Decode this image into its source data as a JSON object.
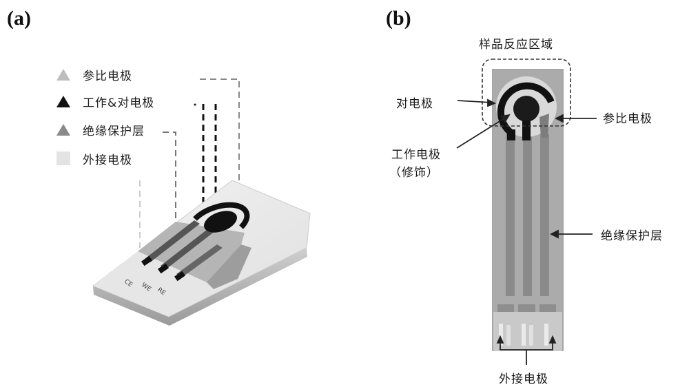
{
  "figure": {
    "panel_a": {
      "label": "(a)",
      "legend": [
        {
          "label": "参比电极",
          "shape": "triangle",
          "color": "#bdbdbd"
        },
        {
          "label": "工作&对电极",
          "shape": "triangle",
          "color": "#111111"
        },
        {
          "label": "绝缘保护层",
          "shape": "triangle",
          "color": "#8a8a8a"
        },
        {
          "label": "外接电极",
          "shape": "square",
          "color": "#e3e3e3"
        }
      ],
      "pad_labels": [
        "CE",
        "WE",
        "RE"
      ]
    },
    "panel_b": {
      "label": "(b)",
      "region_title": "样品反应区域",
      "annotations": {
        "counter_electrode": "对电极",
        "reference_electrode": "参比电极",
        "working_electrode_line1": "工作电极",
        "working_electrode_line2": "（修饰）",
        "insulation_layer": "绝缘保护层",
        "external_electrode": "外接电极"
      }
    }
  }
}
